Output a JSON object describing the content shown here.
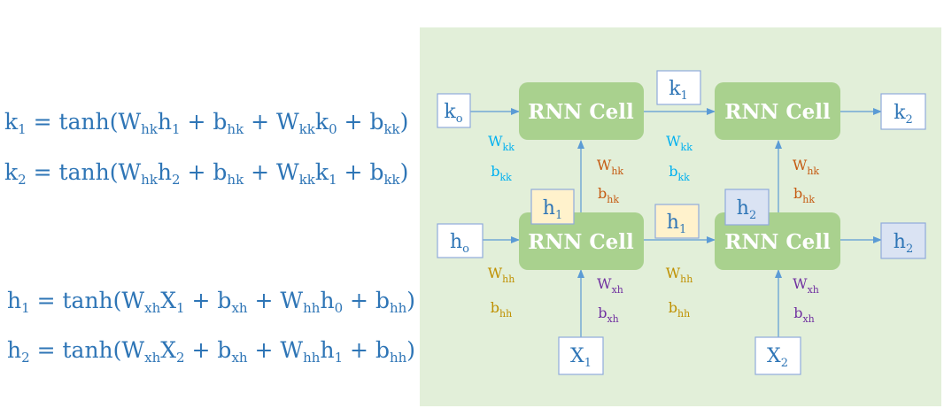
{
  "equations": [
    [
      [
        "k",
        "1"
      ],
      [
        " = tanh(W",
        "hk"
      ],
      [
        "h",
        "1"
      ],
      [
        " + b",
        "hk"
      ],
      [
        " + W",
        "kk"
      ],
      [
        "k",
        "0"
      ],
      [
        " + b",
        "kk"
      ],
      [
        ")",
        ""
      ]
    ],
    [
      [
        "k",
        "2"
      ],
      [
        " = tanh(W",
        "hk"
      ],
      [
        "h",
        "2"
      ],
      [
        " + b",
        "hk"
      ],
      [
        " + W",
        "kk"
      ],
      [
        "k",
        "1"
      ],
      [
        " + b",
        "kk"
      ],
      [
        ")",
        ""
      ]
    ],
    [
      [
        "h",
        "1"
      ],
      [
        " = tanh(W",
        "xh"
      ],
      [
        "X",
        "1"
      ],
      [
        " + b",
        "xh"
      ],
      [
        " + W",
        "hh"
      ],
      [
        "h",
        "0"
      ],
      [
        " + b",
        "hh"
      ],
      [
        ")",
        ""
      ]
    ],
    [
      [
        "h",
        "2"
      ],
      [
        " = tanh(W",
        "xh"
      ],
      [
        "X",
        "2"
      ],
      [
        " + b",
        "xh"
      ],
      [
        " + W",
        "hh"
      ],
      [
        "h",
        "1"
      ],
      [
        " + b",
        "hh"
      ],
      [
        ")",
        ""
      ]
    ]
  ],
  "cells": [
    "RNN Cell",
    "RNN Cell",
    "RNN Cell",
    "RNN Cell"
  ],
  "boxes": {
    "k_in": [
      "k",
      "o"
    ],
    "k_mid": [
      "k",
      "1"
    ],
    "k_out": [
      "k",
      "2"
    ],
    "h_in": [
      "h",
      "o"
    ],
    "h1_up": [
      "h",
      "1"
    ],
    "h_mid": [
      "h",
      "1"
    ],
    "h2_up": [
      "h",
      "2"
    ],
    "h_out": [
      "h",
      "2"
    ],
    "x1": [
      "X",
      "1"
    ],
    "x2": [
      "X",
      "2"
    ]
  },
  "weights": {
    "wkk_a": [
      "W",
      "kk"
    ],
    "bkk_a": [
      "b",
      "kk"
    ],
    "wkk_b": [
      "W",
      "kk"
    ],
    "bkk_b": [
      "b",
      "kk"
    ],
    "whk_a": [
      "W",
      "hk"
    ],
    "bhk_a": [
      "b",
      "hk"
    ],
    "whk_b": [
      "W",
      "hk"
    ],
    "bhk_b": [
      "b",
      "hk"
    ],
    "whh_a": [
      "W",
      "hh"
    ],
    "bhh_a": [
      "b",
      "hh"
    ],
    "whh_b": [
      "W",
      "hh"
    ],
    "bhh_b": [
      "b",
      "hh"
    ],
    "wxh_a": [
      "W",
      "xh"
    ],
    "bxh_a": [
      "b",
      "xh"
    ],
    "wxh_b": [
      "W",
      "xh"
    ],
    "bxh_b": [
      "b",
      "xh"
    ]
  },
  "colors": {
    "equation": "#2e75b6",
    "panel": "#e2efd9",
    "cell": "#a9d18e",
    "cell_text": "#ffffff",
    "box_border": "#8faadc",
    "box_text": "#2e75b6",
    "box_fill_white": "#ffffff",
    "box_fill_yellow": "#fff2cc",
    "box_fill_blue": "#dae3f3",
    "arrow": "#5b9bd5",
    "kk": "#00b0f0",
    "hk": "#c55a11",
    "hh": "#bf9000",
    "xh": "#7030a0"
  }
}
